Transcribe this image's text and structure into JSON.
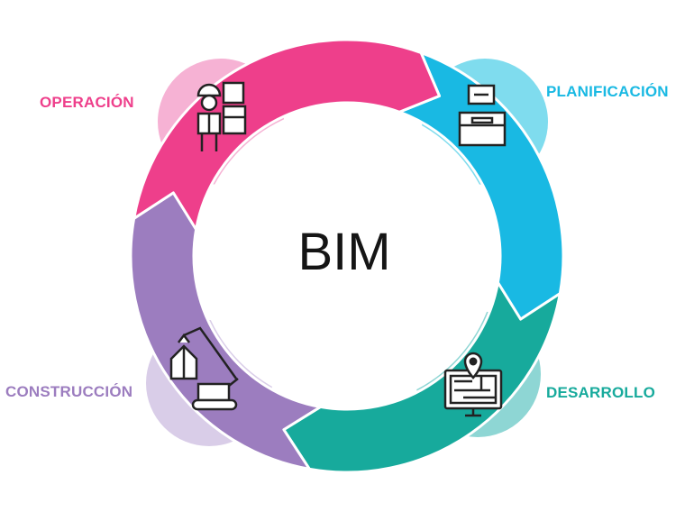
{
  "center": {
    "title": "BIM"
  },
  "stages": [
    {
      "key": "planificacion",
      "label": "PLANIFICACIÓN",
      "icon": "boxes-icon",
      "color": "#19b9e3",
      "bubble": "#7fdcee"
    },
    {
      "key": "desarrollo",
      "label": "DESARROLLO",
      "icon": "map-monitor-icon",
      "color": "#17aa9c",
      "bubble": "#8ed6d4"
    },
    {
      "key": "construccion",
      "label": "CONSTRUCCIÓN",
      "icon": "crane-icon",
      "color": "#9c7dbf",
      "bubble": "#d9cde8"
    },
    {
      "key": "operacion",
      "label": "OPERACIÓN",
      "icon": "worker-icon",
      "color": "#ee3f8b",
      "bubble": "#f6b2d4"
    }
  ]
}
